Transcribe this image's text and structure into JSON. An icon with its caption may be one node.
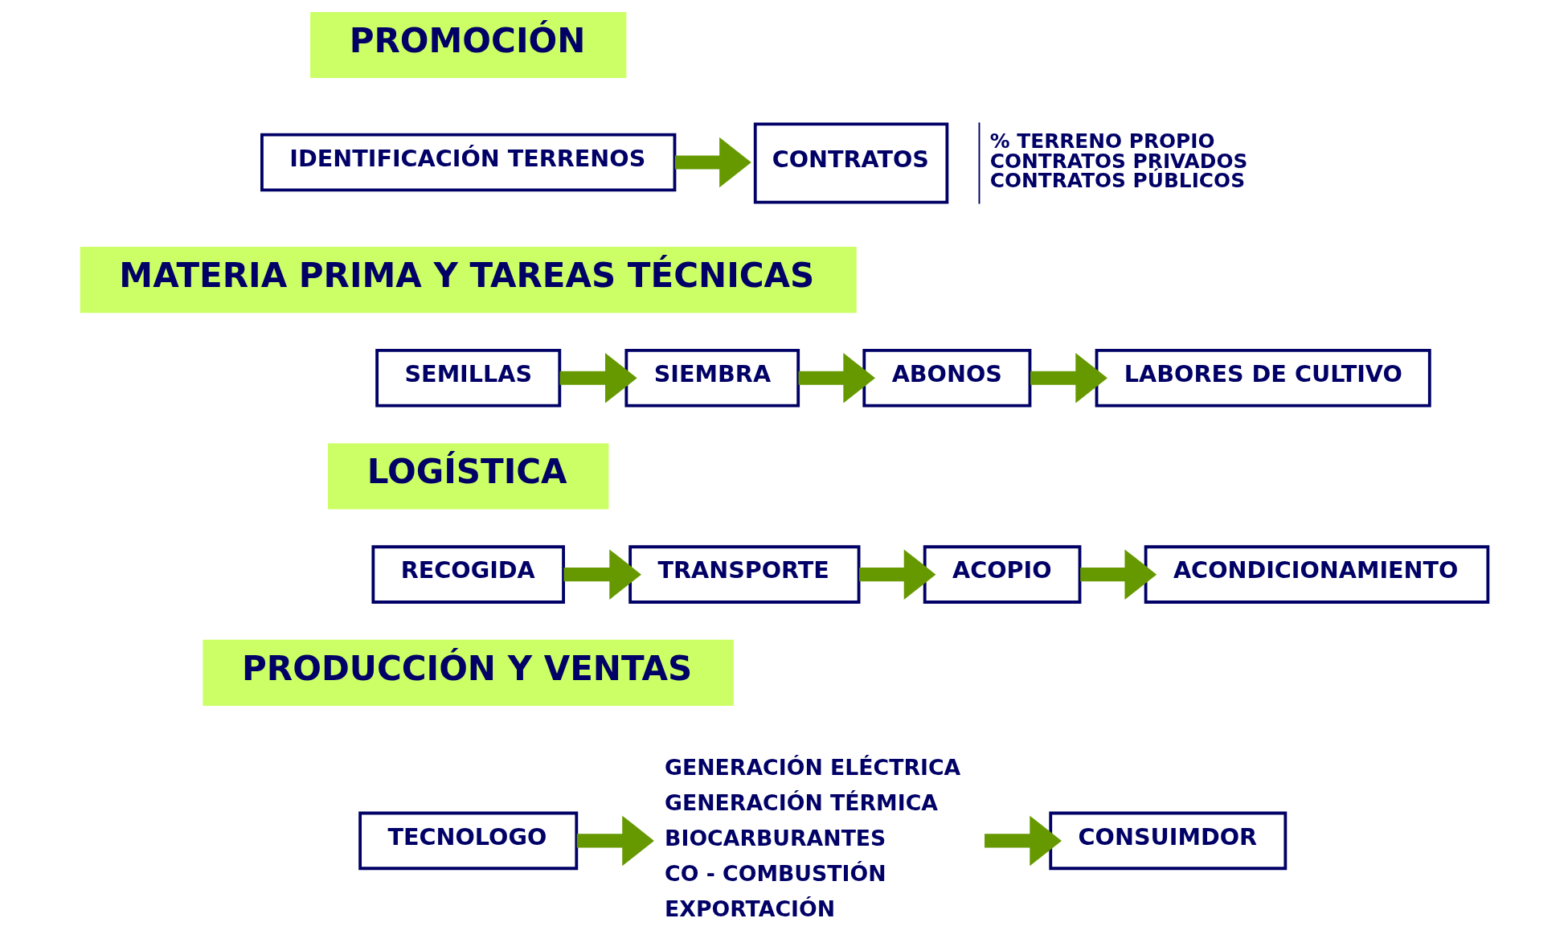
{
  "diagram": {
    "nodes": [
      {
        "text": [
          "PROMOCIÓN"
        ]
      },
      {
        "text": [
          "IDENTIFICACIÓN TERRENOS"
        ]
      },
      {
        "text": [
          "CONTRATOS"
        ],
        "beside": [
          "% TERRENO PROPIO",
          "CONTRATOS PRIVADOS",
          "CONTRATOS PÚBLICOS"
        ]
      },
      {
        "text": [
          "MATERIA PRIMA Y TAREAS TÉCNICAS"
        ]
      },
      {
        "text": [
          "SEMILLAS"
        ]
      },
      {
        "text": [
          "SIEMBRA"
        ]
      },
      {
        "text": [
          "ABONOS"
        ]
      },
      {
        "text": [
          "LABORES DE CULTIVO"
        ]
      },
      {
        "text": [
          "LOGÍSTICA"
        ]
      },
      {
        "text": [
          "RECOGIDA"
        ]
      },
      {
        "text": [
          "TRANSPORTE"
        ]
      },
      {
        "text": [
          "ACOPIO"
        ]
      },
      {
        "text": [
          "ACONDICIONAMIENTO"
        ]
      },
      {
        "text": [
          "PRODUCCIÓN Y VENTAS"
        ]
      },
      {
        "text": [
          "TECNOLOGO"
        ]
      },
      {
        "text": [
          "GENERACIÓN ELÉCTRICA",
          "GENERACIÓN TÉRMICA",
          "BIOCARBURANTES",
          "CO - COMBUSTIÓN",
          "EXPORTACIÓN"
        ]
      },
      {
        "text": [
          "CONSUIMDOR"
        ]
      }
    ],
    "edges": [
      {
        "from": 1,
        "to": 2,
        "arrow": "to"
      },
      {
        "from": 4,
        "to": 5,
        "arrow": "to"
      },
      {
        "from": 5,
        "to": 6,
        "arrow": "to"
      },
      {
        "from": 6,
        "to": 7,
        "arrow": "to"
      },
      {
        "from": 9,
        "to": 10,
        "arrow": "to"
      },
      {
        "from": 10,
        "to": 11,
        "arrow": "to"
      },
      {
        "from": 11,
        "to": 12,
        "arrow": "to"
      },
      {
        "from": 14,
        "to": 15,
        "arrow": "to"
      },
      {
        "from": 15,
        "to": 16,
        "arrow": "to"
      }
    ]
  }
}
